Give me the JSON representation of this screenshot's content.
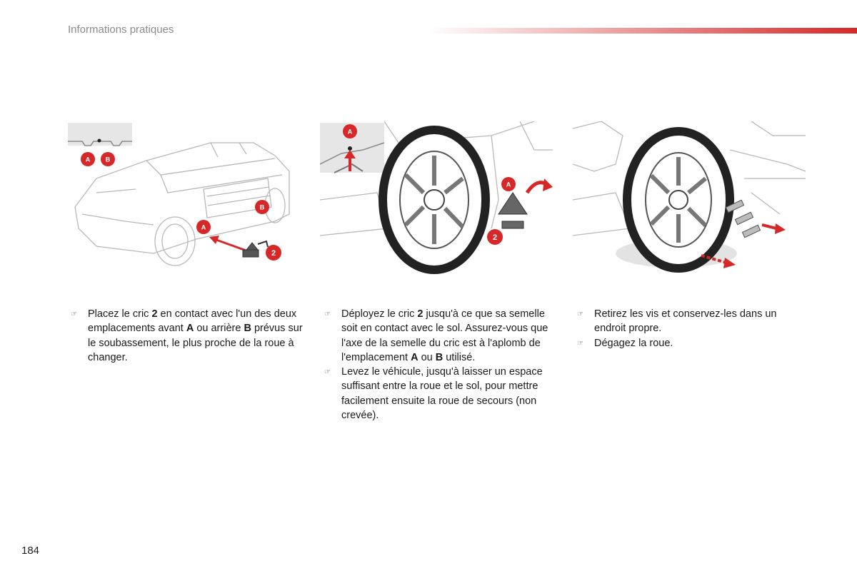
{
  "header": {
    "title": "Informations pratiques"
  },
  "page_number": "184",
  "markers": {
    "a": "A",
    "b": "B",
    "jack": "2"
  },
  "columns": [
    {
      "items": [
        {
          "parts": [
            "Placez le cric ",
            "2",
            " en contact avec l'un des deux emplacements avant ",
            "A",
            " ou arrière ",
            "B",
            " prévus sur le soubassement, le plus proche de la roue à changer."
          ]
        }
      ]
    },
    {
      "items": [
        {
          "parts": [
            "Déployez le cric ",
            "2",
            " jusqu'à ce que sa semelle soit en contact avec le sol. Assurez-vous que l'axe de la semelle du cric est à l'aplomb de l'emplacement ",
            "A",
            " ou ",
            "B",
            " utilisé."
          ]
        },
        {
          "parts": [
            "Levez le véhicule, jusqu'à laisser un espace suffisant entre la roue et le sol, pour mettre facilement ensuite la roue de secours (non crevée)."
          ]
        }
      ]
    },
    {
      "items": [
        {
          "parts": [
            "Retirez les vis et conservez-les dans un endroit propre."
          ]
        },
        {
          "parts": [
            "Dégagez la roue."
          ]
        }
      ]
    }
  ],
  "colors": {
    "accent_red": "#d62828",
    "line_gray": "#b8b8b8"
  },
  "icons": {
    "bullet": "pointing-hand-icon"
  }
}
